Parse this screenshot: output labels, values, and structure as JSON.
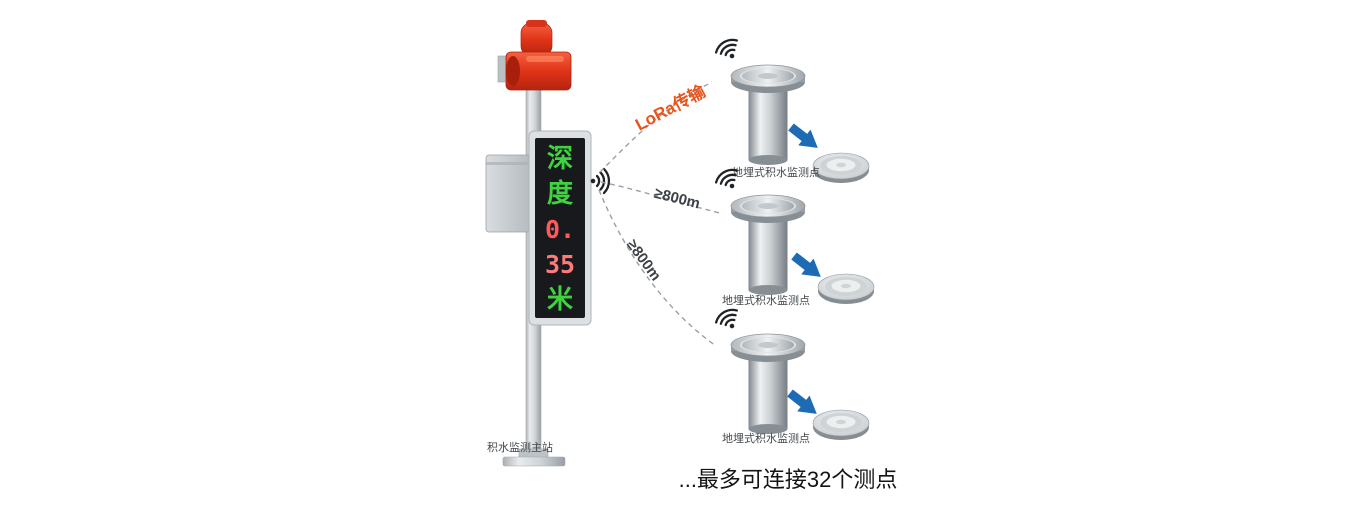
{
  "station": {
    "label": "积水监测主站",
    "display": {
      "reading": "深度0.35米",
      "rows": [
        {
          "text": "深",
          "color": "#3fd43f"
        },
        {
          "text": "度",
          "color": "#3fd43f"
        },
        {
          "text": "0.",
          "color": "#ff5a5a"
        },
        {
          "text": "35",
          "color": "#ff7a7a"
        },
        {
          "text": "米",
          "color": "#3fd43f"
        }
      ],
      "screen_color": "#17191c"
    },
    "alarm_color": "#e23a18"
  },
  "links": [
    {
      "label": "LoRa传输",
      "color": "#e8541c"
    },
    {
      "label": "≥800m",
      "color": "#3c4248"
    },
    {
      "label": "≥800m",
      "color": "#3c4248"
    }
  ],
  "sensors": [
    {
      "label": "地埋式积水监测点"
    },
    {
      "label": "地埋式积水监测点"
    },
    {
      "label": "地埋式积水监测点"
    }
  ],
  "footer": {
    "text": "...最多可连接32个测点"
  },
  "icons": {
    "station_signal": "wifi-emitter",
    "sensor_signal": "wifi-emitter",
    "flow_arrow": "blue-arrow"
  },
  "colors": {
    "arrow_blue": "#1e6bb5",
    "wifi_black": "#1f2326",
    "link_line": "#9aa0a6",
    "steel_gray": "#cdd2d5"
  }
}
